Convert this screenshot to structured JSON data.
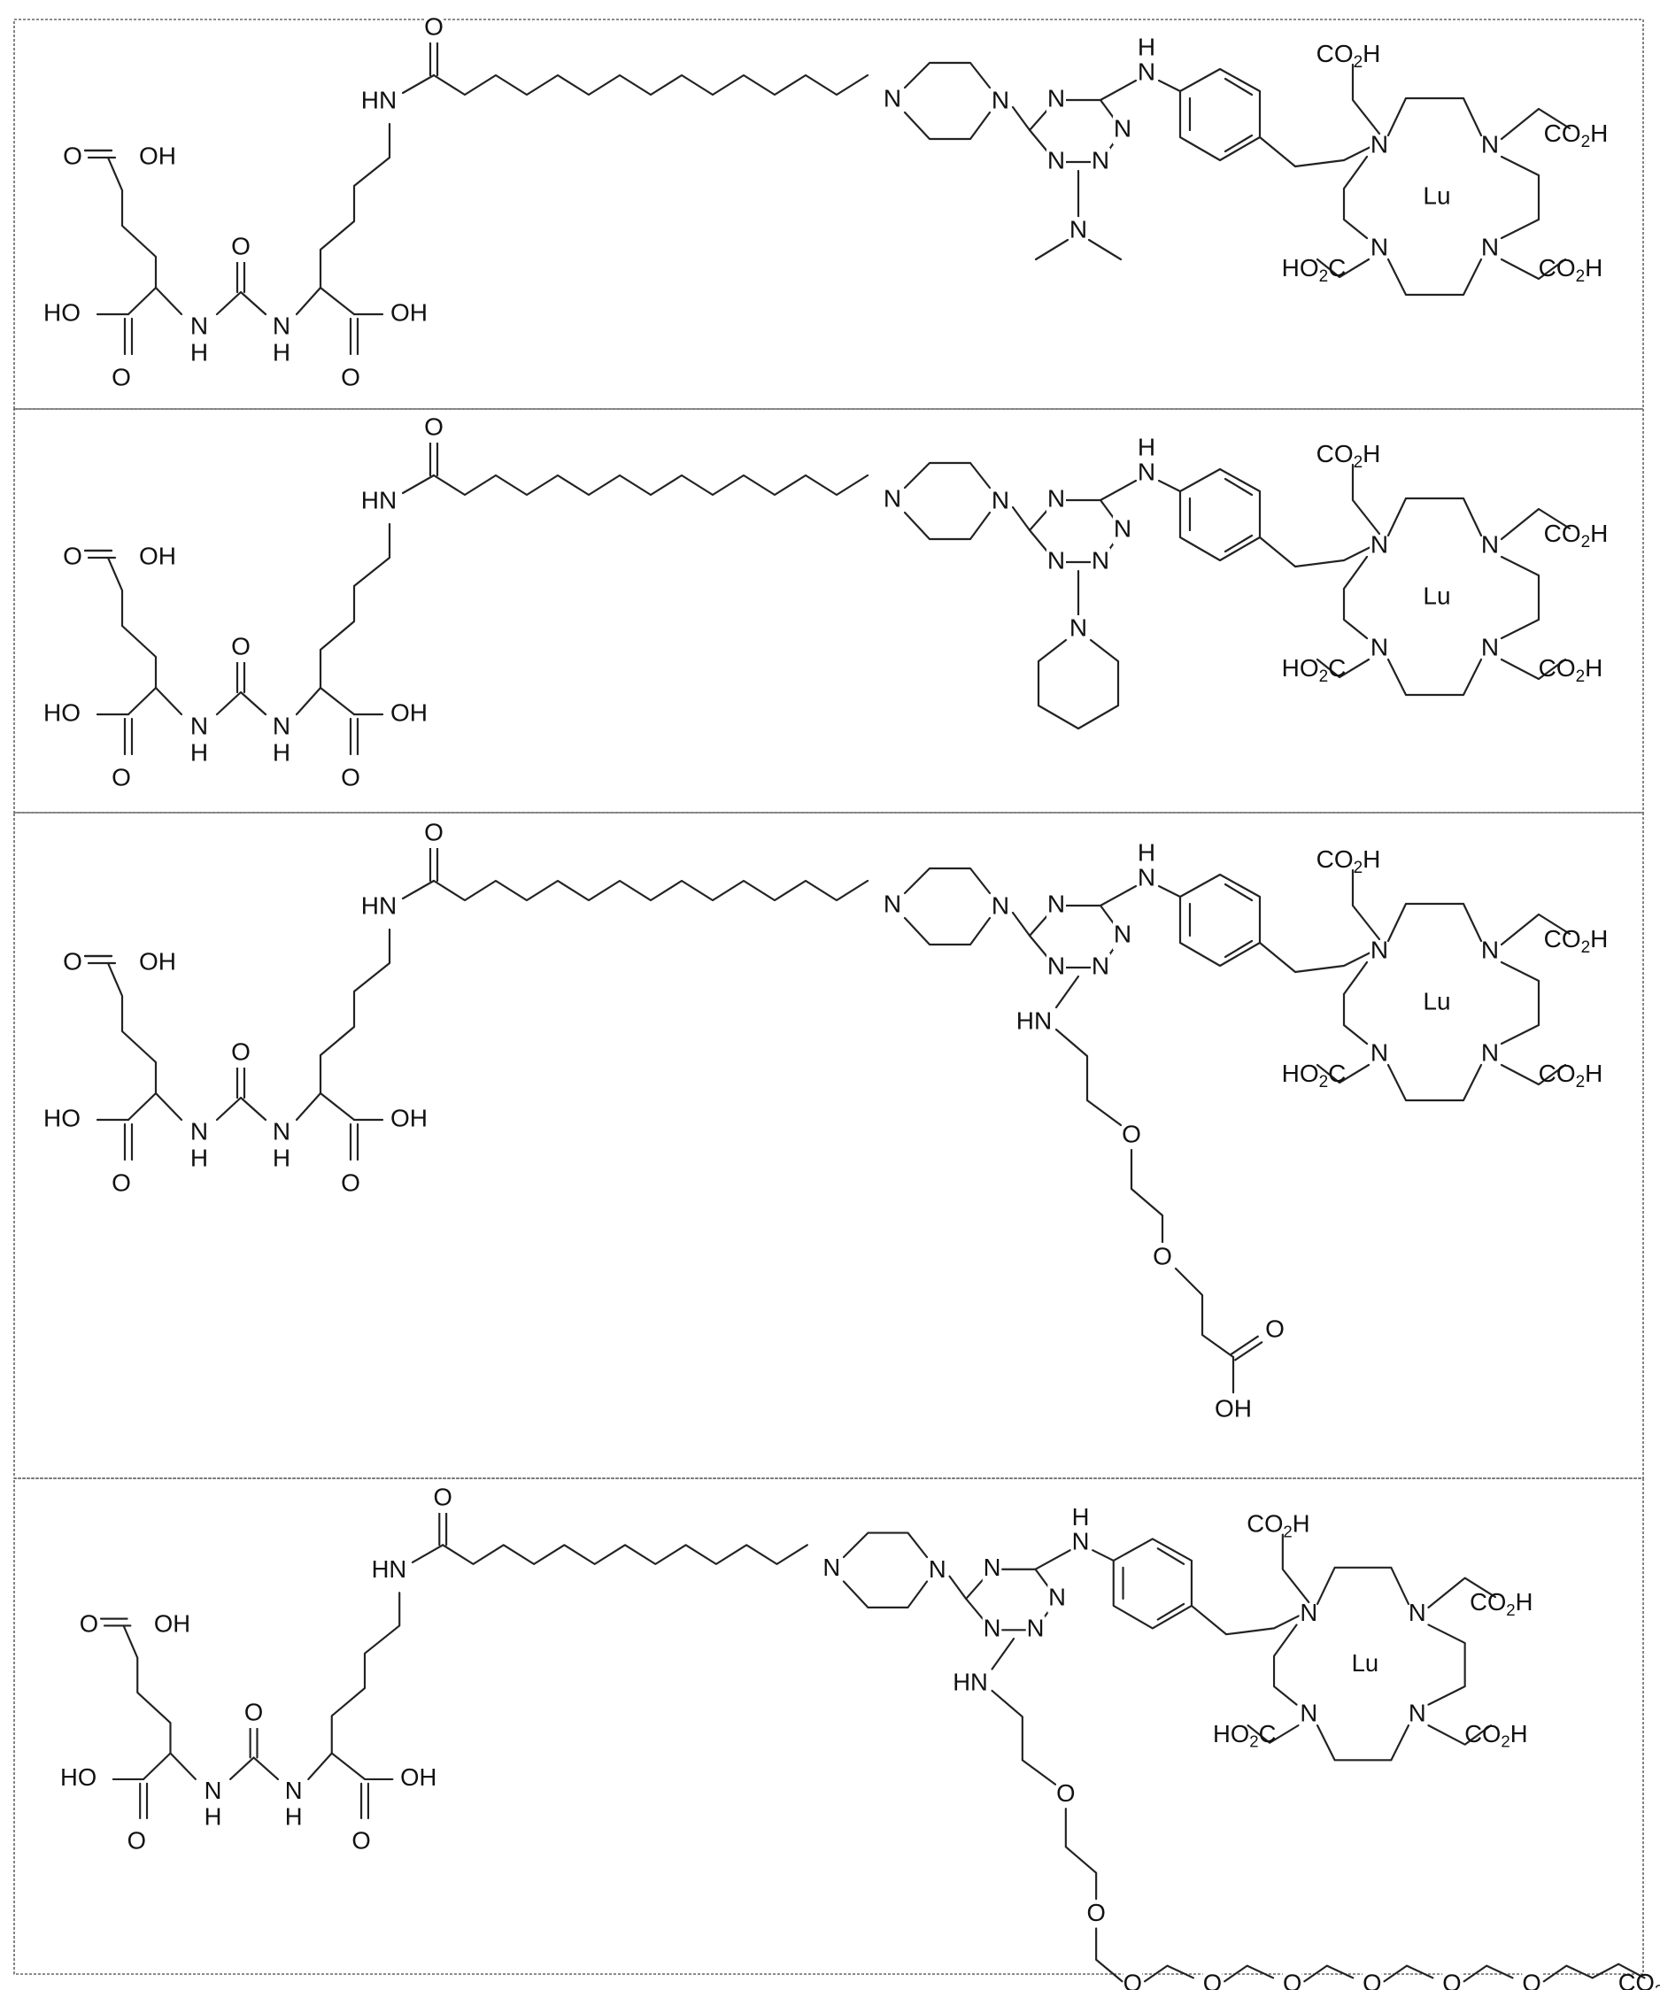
{
  "labels": {
    "O": "O",
    "OH": "OH",
    "HO": "HO",
    "HN": "HN",
    "NH": "N",
    "H": "H",
    "N": "N",
    "Lu": "Lu",
    "CO2H_a": "CO",
    "CO2H_sub": "2",
    "CO2H_b": "H",
    "HO2C_a": "HO",
    "HO2C_sub": "2",
    "HO2C_b": "C"
  },
  "panels": [
    {
      "variant": "dimethylamino"
    },
    {
      "variant": "piperidino"
    },
    {
      "variant": "peg2-acid"
    },
    {
      "variant": "peg8-acid"
    }
  ]
}
